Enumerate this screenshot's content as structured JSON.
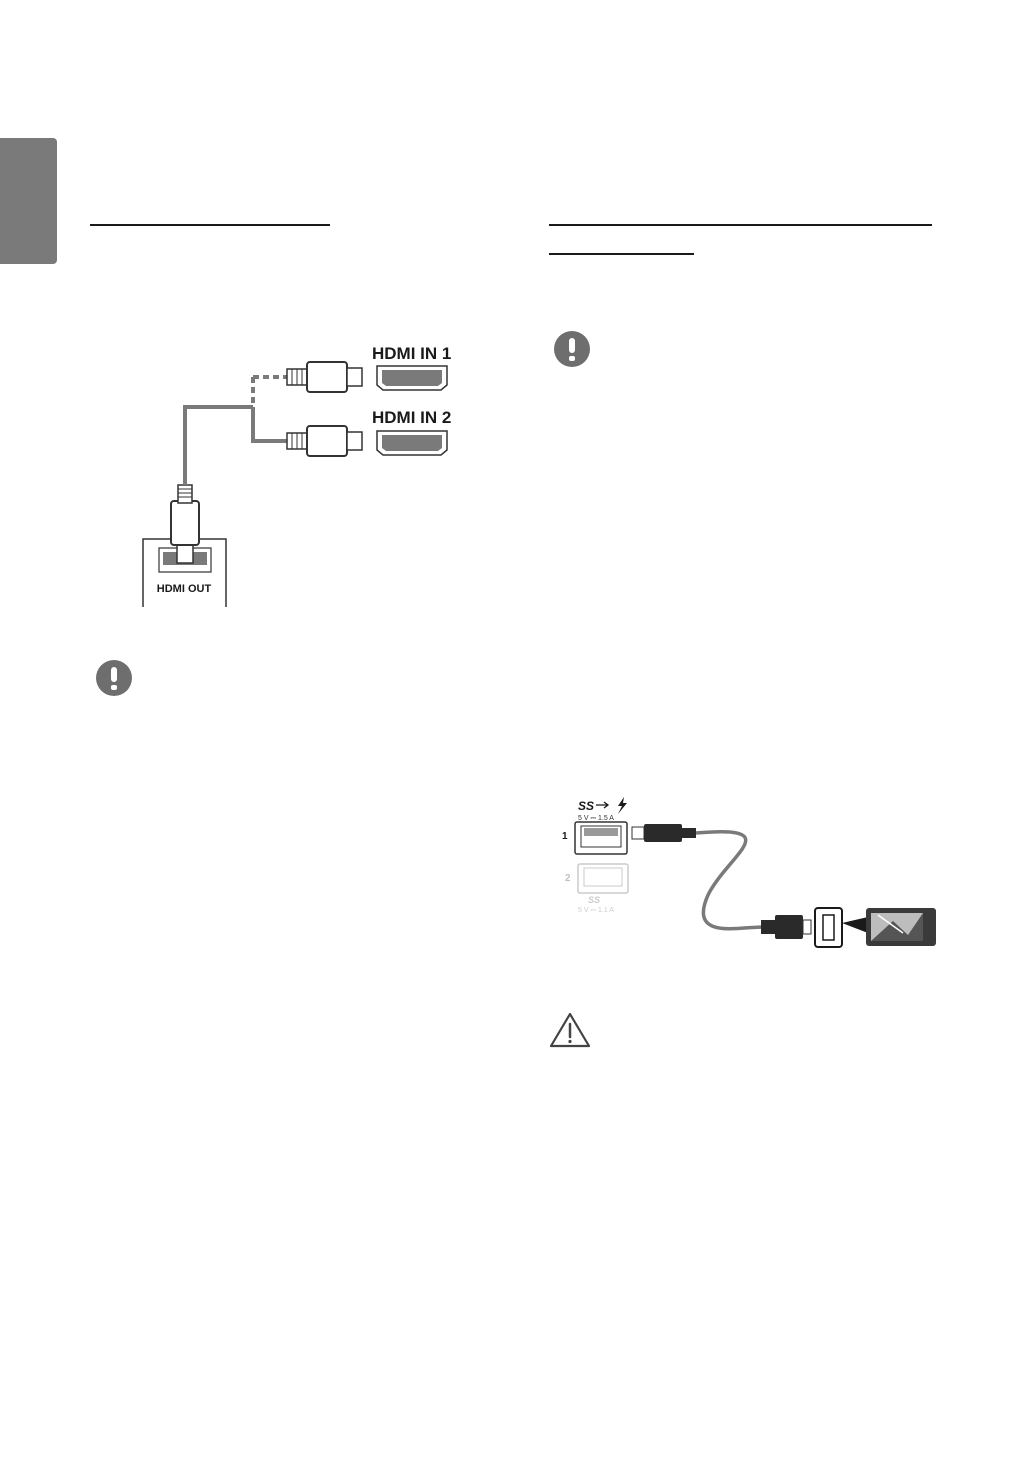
{
  "hdmi_diagram": {
    "port_in_1": "HDMI IN 1",
    "port_in_2": "HDMI IN 2",
    "port_out": "HDMI OUT"
  },
  "usb_diagram": {
    "port_1_rating": "5 V ⎓ 1.5 A",
    "port_2_rating": "5 V ⎓ 1.1 A",
    "port_1_number": "1",
    "port_2_number": "2",
    "usb_logo": "SS",
    "charge_icon": "lightning-icon"
  },
  "colors": {
    "tab_gray": "#7a7a7a",
    "icon_gray": "#6e6e6e",
    "text_dark": "#1a1a1a"
  }
}
